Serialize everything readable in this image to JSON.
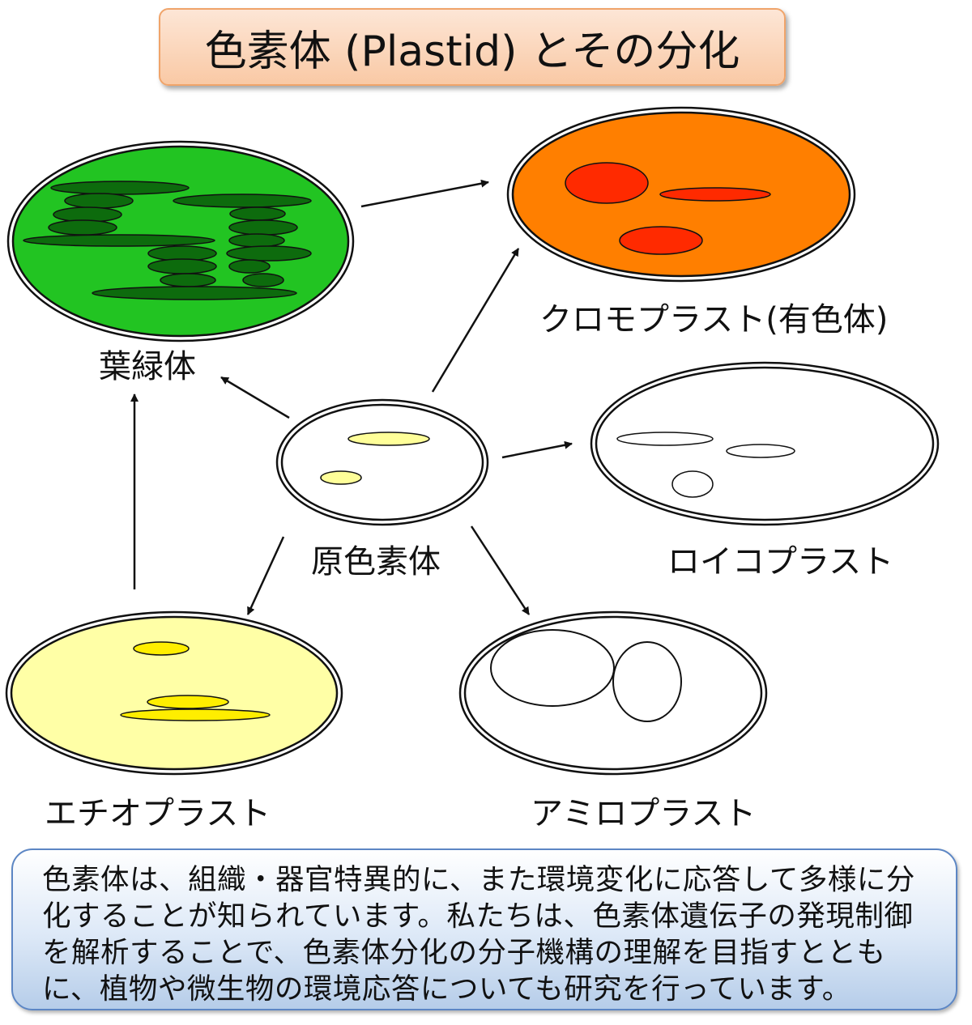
{
  "title": "色素体 (Plastid) とその分化",
  "labels": {
    "chloroplast": "葉緑体",
    "chromoplast": "クロモプラスト(有色体)",
    "proplastid": "原色素体",
    "leucoplast": "ロイコプラスト",
    "etioplast": "エチオプラスト",
    "amyloplast": "アミロプラスト"
  },
  "description": "色素体は、組織・器官特異的に、また環境変化に応答して多様に分化することが知られています。私たちは、色素体遺伝子の発現制御を解析することで、色素体分化の分子機構の理解を目指すとともに、植物や微生物の環境応答についても研究を行っています。",
  "colors": {
    "chloroplast_fill": "#22c422",
    "thylakoid_fill": "#0d6b0d",
    "chromoplast_fill": "#ff7f00",
    "chromoplast_body": "#ff2a00",
    "proplastid_inclusion": "#ffff99",
    "etioplast_fill": "#ffffa6",
    "etioplast_body": "#ffee00",
    "title_bg": "#fbd5b8",
    "desc_bg": "#dce8f7"
  }
}
